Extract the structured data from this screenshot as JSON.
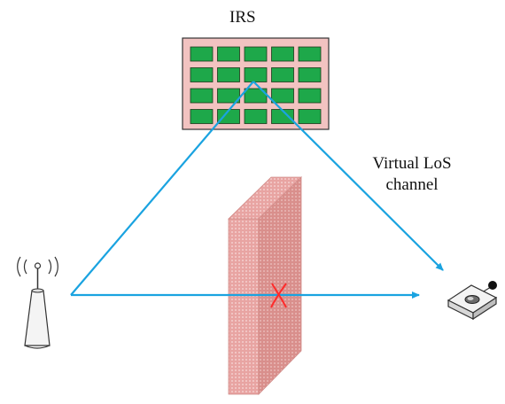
{
  "labels": {
    "irs": "IRS",
    "virtual_los_line1": "Virtual LoS",
    "virtual_los_line2": "channel"
  },
  "colors": {
    "ray": "#1aa3e0",
    "irs_frame": "#f2c3c1",
    "irs_element": "#1ea84a",
    "wall": "#e8a4a2",
    "block_mark": "#ff2b2b"
  },
  "icons": {
    "transmitter": "base-station-antenna-icon",
    "receiver": "user-device-icon",
    "reflector": "irs-panel-icon",
    "obstacle": "wall-icon",
    "blocked": "blocked-x-icon"
  }
}
